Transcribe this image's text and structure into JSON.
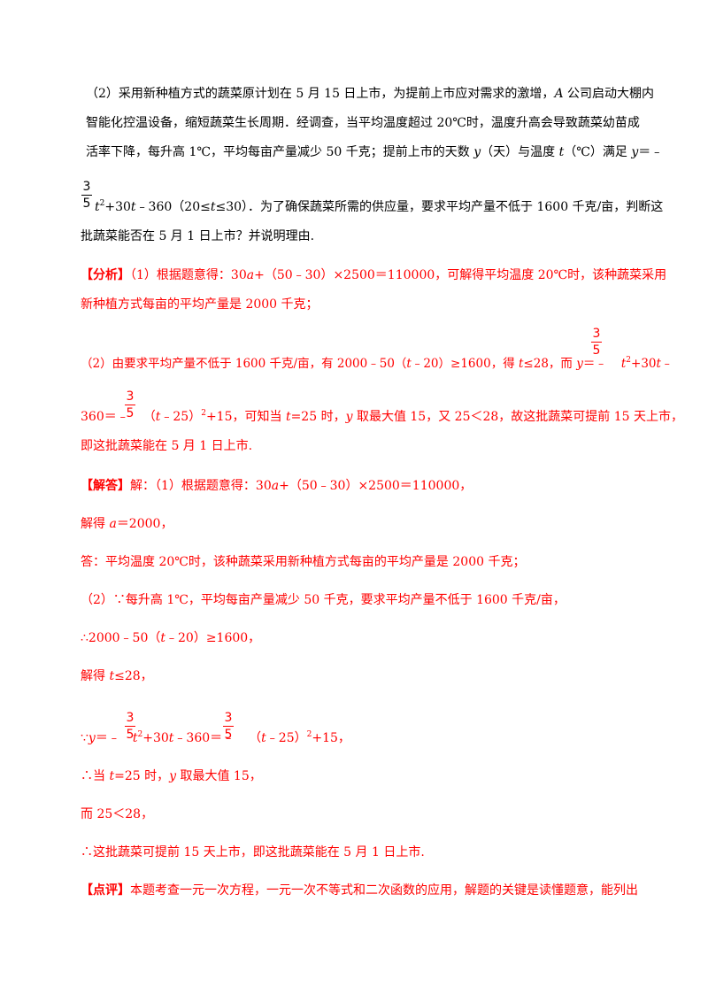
{
  "problem": {
    "l1": {
      "a": "（2）采用新种植方式的蔬菜原计划在 5 月 15 日上市，为提前上市应对需求的激增，",
      "b": "A",
      "c": " 公司启动大棚内"
    },
    "l2": "智能化控温设备，缩短蔬菜生长周期．经调查，当平均温度超过 20℃时，温度升高会导致蔬菜幼苗成",
    "l3": {
      "a": "活率下降，每升高 1℃，平均每亩产量减少 50 千克；提前上市的天数 ",
      "y": "y",
      "b": "（天）与温度 ",
      "t": "t",
      "c": "（℃）满足 ",
      "y2": "y",
      "d": "＝﹣"
    },
    "l4_frac": {
      "num": "3",
      "den": "5"
    },
    "l4": {
      "t": "t",
      "sq": "2",
      "a": "+30",
      "t2": "t",
      "b": "﹣360（20≤",
      "t3": "t",
      "c": "≤30）．为了确保蔬菜所需的供应量，要求平均产量不低于 1600 千克/亩，判断这"
    },
    "l5": "批蔬菜能否在 5 月 1 日上市？并说明理由."
  },
  "analysis": {
    "tag": "【分析】",
    "l1": {
      "a": "（1）根据题意得：30",
      "av": "a",
      "b": "+（50﹣30）×2500＝110000，可解得平均温度 20℃时，该种蔬菜采用"
    },
    "l2": "新种植方式每亩的平均产量是 2000 千克；",
    "l3": {
      "a": "（2）由要求平均产量不低于 1600 千克/亩，有 2000﹣50（",
      "t": "t",
      "b": "﹣20）≥1600，得 ",
      "t2": "t",
      "c": "≤28，而 ",
      "y": "y",
      "d": "＝﹣",
      "t3": "t",
      "sq": "2",
      "e": "+30",
      "t4": "t",
      "f": "﹣"
    },
    "l3_frac": {
      "num": "3",
      "den": "5"
    },
    "l4_frac": {
      "num": "3",
      "den": "5"
    },
    "l4": {
      "a": "360＝﹣",
      "b": "（",
      "t": "t",
      "c": "﹣25）",
      "sq": "2",
      "d": "+15，可知当 ",
      "t2": "t",
      "e": "=25 时，",
      "y": "y",
      "f": " 取最大值 15，又 25＜28，故这批蔬菜可提前 15 天上市，"
    },
    "l5": "即这批蔬菜能在 5 月 1 日上市."
  },
  "solution": {
    "tag": "【解答】",
    "l1": {
      "a": "解：（1）根据题意得：30",
      "av": "a",
      "b": "+（50﹣30）×2500＝110000，"
    },
    "l2": {
      "a": "解得 ",
      "av": "a",
      "b": "＝2000，"
    },
    "l3": "答：平均温度 20℃时，该种蔬菜采用新种植方式每亩的平均产量是 2000 千克；",
    "l4": "（2）∵每升高 1℃，平均每亩产量减少 50 千克，要求平均产量不低于 1600 千克/亩，",
    "l5": {
      "a": "∴2000﹣50（",
      "t": "t",
      "b": "﹣20）≥1600，"
    },
    "l6": {
      "a": "解得 ",
      "t": "t",
      "b": "≤28，"
    },
    "l7_frac1": {
      "num": "3",
      "den": "5"
    },
    "l7_frac2": {
      "num": "3",
      "den": "5"
    },
    "l7": {
      "a": "∵",
      "y": "y",
      "b": "＝﹣",
      "t": "t",
      "sq": "2",
      "c": "+30",
      "t2": "t",
      "d": "﹣360＝﹣",
      "e": "（",
      "t3": "t",
      "f": "﹣25）",
      "sq2": "2",
      "g": "+15，"
    },
    "l8": {
      "a": "∴当 ",
      "t": "t",
      "b": "=25 时，",
      "y": "y",
      "c": " 取最大值 15，"
    },
    "l9": "而 25＜28，",
    "l10": "∴这批蔬菜可提前 15 天上市，即这批蔬菜能在 5 月 1 日上市."
  },
  "comment": {
    "tag": "【点评】",
    "text": "本题考查一元一次方程，一元一次不等式和二次函数的应用，解题的关键是读懂题意，能列出"
  }
}
